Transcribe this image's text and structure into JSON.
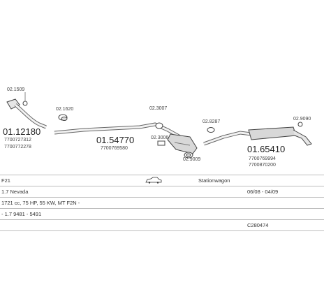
{
  "parts": [
    {
      "key": "clamp_a",
      "label": "02.1509"
    },
    {
      "key": "pipe_front",
      "label": "01.12180",
      "refs": [
        "7700727312",
        "7700772278"
      ]
    },
    {
      "key": "clamp_b",
      "label": "02.1620"
    },
    {
      "key": "middle",
      "label": "01.54770",
      "refs": [
        "7700769580"
      ]
    },
    {
      "key": "clamp_c",
      "label": "02.3007"
    },
    {
      "key": "clamp_d",
      "label": "02.3006"
    },
    {
      "key": "clamp_e",
      "label": "02.9009"
    },
    {
      "key": "clamp_f",
      "label": "02.8287"
    },
    {
      "key": "rear",
      "label": "01.65410",
      "refs": [
        "7700769994",
        "7700870200"
      ]
    },
    {
      "key": "clamp_g",
      "label": "02.9090"
    }
  ],
  "vehicle": {
    "row1": {
      "col1": "F21",
      "col3": "Stationwagon"
    },
    "row2": {
      "col1": "1.7 Nevada",
      "col2": "06/08 - 04/09"
    },
    "row3": {
      "col1": "1721 cc, 75 HP, 55 KW, MT F2N -"
    },
    "row4": {
      "col1": "- 1.7 9481 - 5491"
    },
    "row5": {
      "col2": "C280474"
    }
  }
}
